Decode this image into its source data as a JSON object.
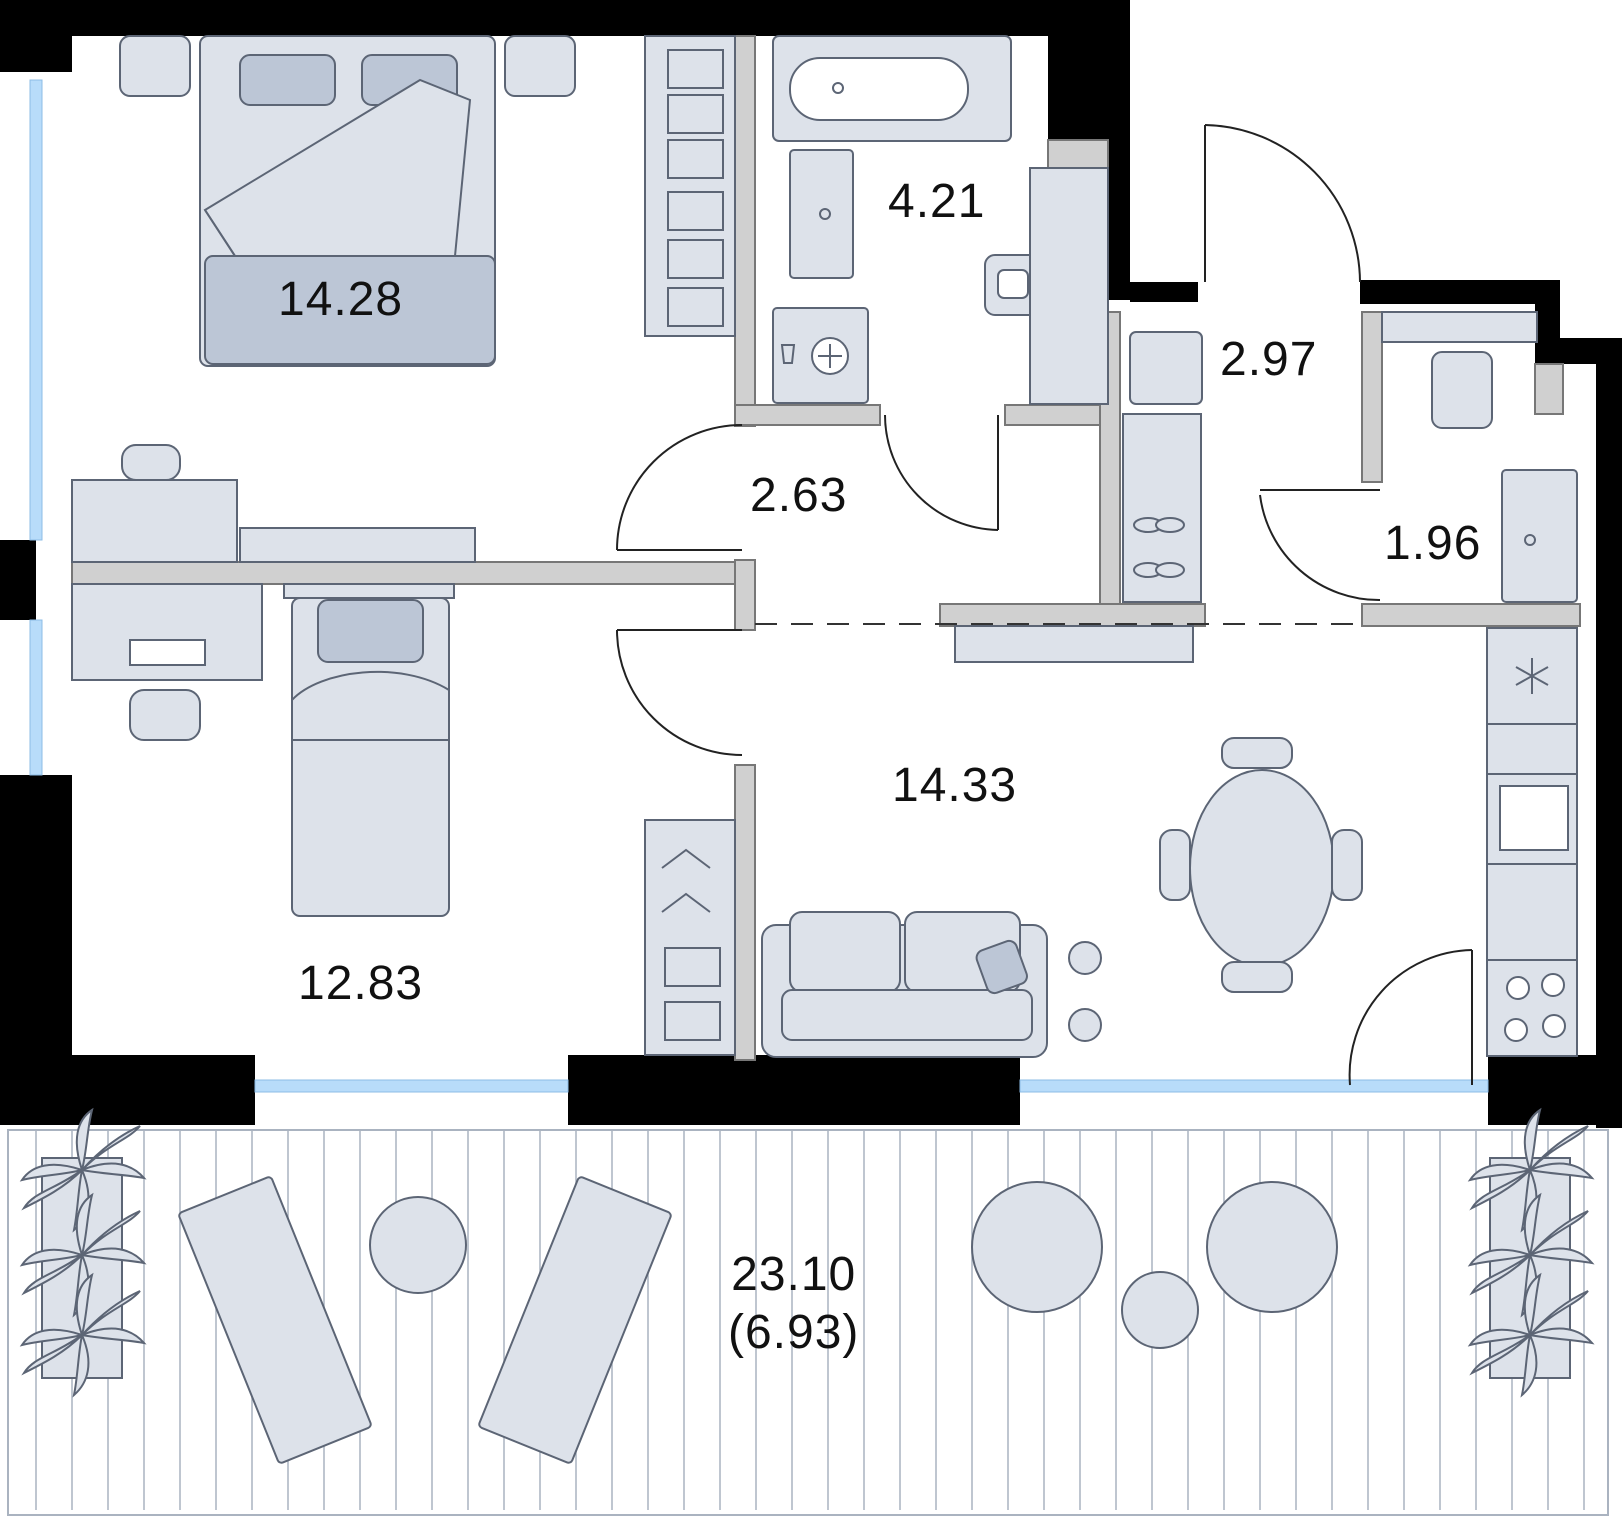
{
  "colors": {
    "wall": "#000000",
    "partition": "#d0d0d0",
    "partition_stroke": "#777777",
    "furniture_fill": "#dde2ea",
    "furniture_accent": "#bcc6d6",
    "furniture_stroke": "#5c6575",
    "window": "#b8dcfa",
    "balcony_plank": "#aab3c0",
    "text": "#111111"
  },
  "rooms": {
    "bedroom_large": {
      "area": "14.28"
    },
    "bathroom": {
      "area": "4.21"
    },
    "hallway": {
      "area": "2.97"
    },
    "wc": {
      "area": "1.96"
    },
    "corridor": {
      "area": "2.63"
    },
    "bedroom_small": {
      "area": "12.83"
    },
    "kitchen_living": {
      "area": "14.33"
    },
    "balcony": {
      "area": "23.10",
      "reduced_area": "(6.93)"
    }
  },
  "icons": {
    "fridge": "snowflake-icon",
    "hob": "cooktop-icon",
    "washer": "washing-machine-icon",
    "plants": "plant-icon"
  }
}
